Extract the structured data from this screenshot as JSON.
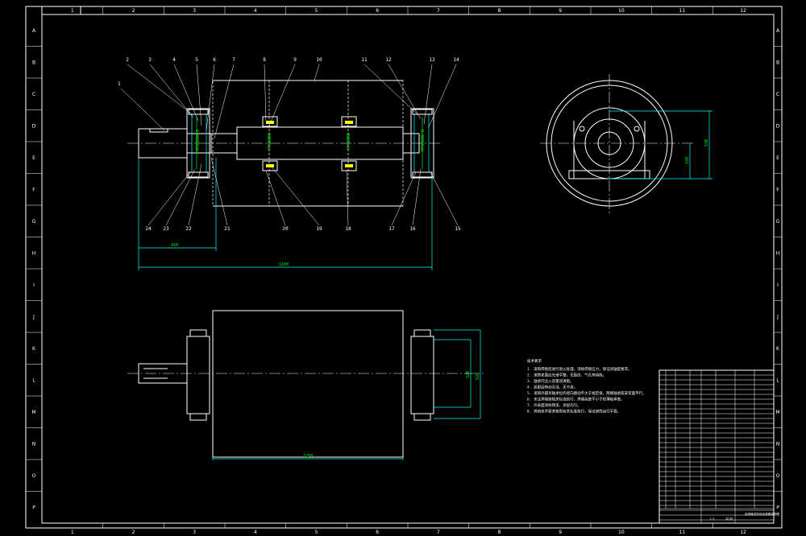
{
  "border": {
    "columns": [
      "1",
      "2",
      "3",
      "4",
      "5",
      "6",
      "7",
      "8",
      "9",
      "10",
      "11",
      "12"
    ],
    "rows": [
      "A",
      "B",
      "C",
      "D",
      "E",
      "F",
      "G",
      "H",
      "I",
      "J",
      "K",
      "L",
      "M",
      "N",
      "O",
      "P"
    ]
  },
  "balloons": {
    "top": [
      "2",
      "3",
      "4",
      "5",
      "6",
      "7",
      "8",
      "9",
      "10",
      "11",
      "12",
      "13",
      "14"
    ],
    "left": "1",
    "bottom": [
      "24",
      "23",
      "22",
      "21",
      "20",
      "19",
      "18",
      "17",
      "16",
      "15"
    ]
  },
  "dimensions": {
    "overall_length": "1100",
    "shaft_end": "410",
    "front_height": "530",
    "front_inner": "320",
    "drum_width": "1250",
    "end_outer": "520",
    "end_inner": "320"
  },
  "section_labels": [
    "PP00000-0",
    "PP00000",
    "PP00000",
    "PP00000-0"
  ],
  "notes": {
    "title": "技术要求",
    "items": [
      "1. 滚筒焊接后进行退火处理，消除焊接应力，保证同轴度要求。",
      "2. 滚筒表面应光滑平整，无裂纹、气孔等缺陷。",
      "3. 轴承内注入适量润滑脂。",
      "4. 装配后转动灵活，无卡滞。",
      "5. 滚筒外圆对轴承位的径向跳动不大于规定值，两端轴承座安装面平行。",
      "6. 未注焊缝按相关标准执行，焊缝高度不小于较薄板厚度。",
      "7. 外表面涂防锈漆，涂层均匀。",
      "8. 其他技术要求按照有关标准执行，保证滚筒运行平稳。"
    ]
  },
  "title_block": {
    "drawing_title": "皮带输送机传动滚筒装配图",
    "scale": "1:5",
    "sheet": "共1张"
  }
}
